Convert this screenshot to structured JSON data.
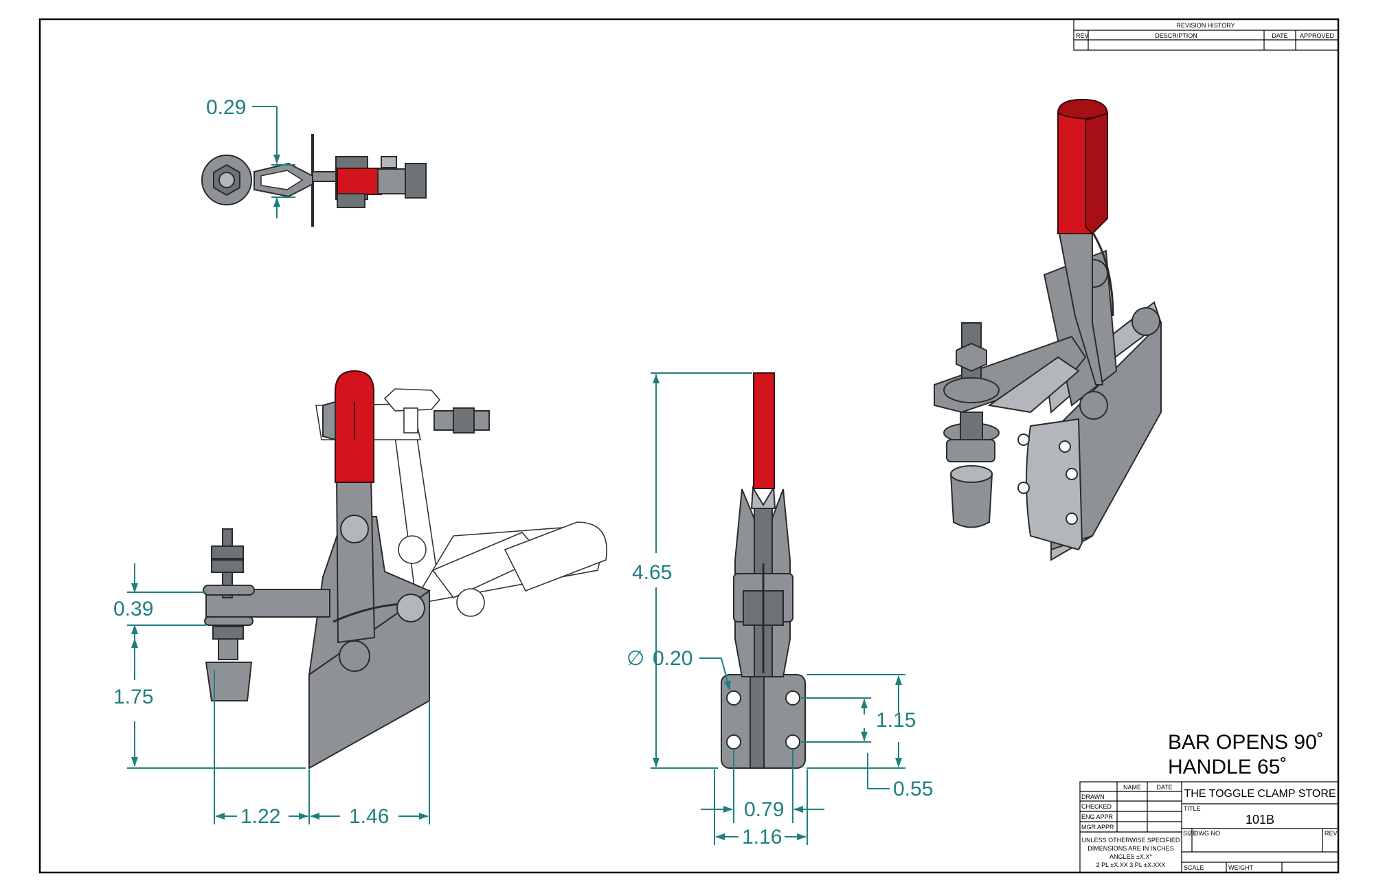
{
  "revision_block": {
    "title": "REVISION HISTORY",
    "col_rev": "REV",
    "col_description": "DESCRIPTION",
    "col_date": "DATE",
    "col_approved": "APPROVED"
  },
  "dimensions": {
    "top_view_gap": "0.29",
    "side_bar_height": "0.39",
    "side_height": "1.75",
    "side_left_offset": "1.22",
    "side_base_length": "1.46",
    "front_height": "4.65",
    "hole_diameter_symbol": "∅",
    "hole_diameter": "0.20",
    "hole_vertical_spacing": "1.15",
    "hole_edge_offset": "0.55",
    "hole_horizontal_spacing": "0.79",
    "base_width": "1.16"
  },
  "notes": {
    "line1": "BAR OPENS 90˚",
    "line2": "HANDLE 65˚"
  },
  "title_block": {
    "col_name": "NAME",
    "col_date": "DATE",
    "row_drawn": "DRAWN",
    "row_checked": "CHECKED",
    "row_eng_appr": "ENG APPR",
    "row_mgr_appr": "MGR APPR",
    "tolerance_1": "UNLESS OTHERWISE SPECIFIED",
    "tolerance_2": "DIMENSIONS ARE IN INCHES",
    "tolerance_3": "ANGLES ±X.X°",
    "tolerance_4": "2 PL ±X.XX  3 PL ±X.XXX",
    "company": "THE TOGGLE CLAMP STORE",
    "title_label": "TITLE",
    "title_value": "101B",
    "size_label": "SIZE",
    "dwg_no_label": "DWG NO",
    "rev_label": "REV",
    "scale_label": "SCALE",
    "weight_label": "WEIGHT"
  },
  "colors": {
    "dimension": "#1e7f7f",
    "handle_grip": "#d4141c",
    "steel": "#8e9297"
  }
}
